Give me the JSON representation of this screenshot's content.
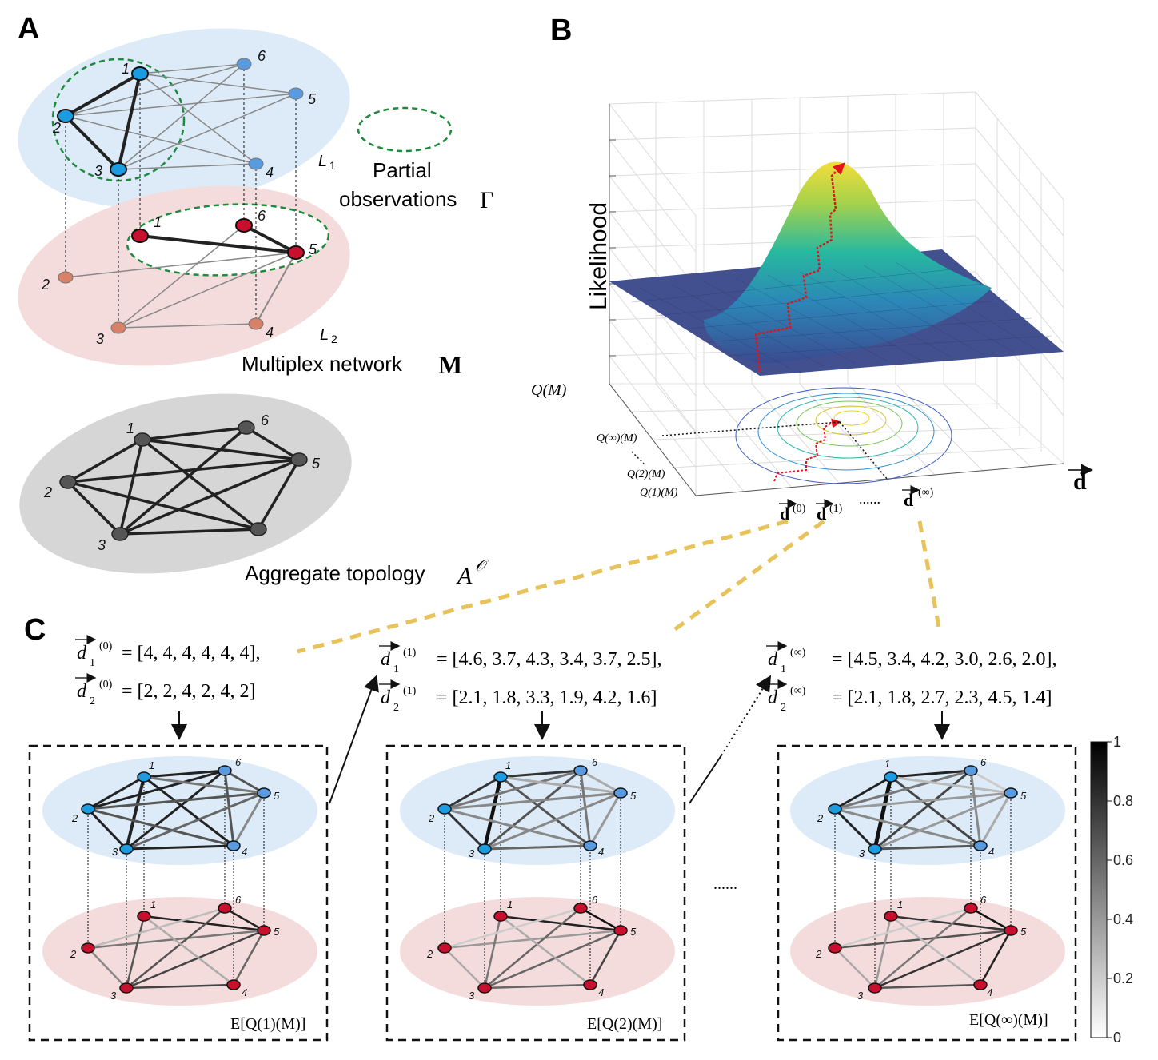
{
  "panel_a": {
    "letter": "A",
    "layer1_label": "L",
    "layer1_sub": "1",
    "layer2_label": "L",
    "layer2_sub": "2",
    "partial_line1": "Partial",
    "partial_line2": "observations",
    "partial_symbol": "Γ",
    "multiplex_caption": "Multiplex network",
    "multiplex_symbol": "M",
    "aggregate_caption": "Aggregate topology",
    "aggregate_symbol": "A",
    "aggregate_sup": "𝒪",
    "node_labels": [
      "1",
      "2",
      "3",
      "4",
      "5",
      "6"
    ]
  },
  "panel_b": {
    "letter": "B",
    "zlabel": "Likelihood",
    "q_label": "Q(M)",
    "q_inf": "Q(∞)(M)",
    "q_2": "Q(2)(M)",
    "q_1": "Q(1)(M)",
    "d_axis": "d",
    "d0": "d",
    "d0_sup": "(0)",
    "d1": "d",
    "d1_sup": "(1)",
    "dots": "......",
    "dinf": "d",
    "dinf_sup": "(∞)"
  },
  "panel_c": {
    "letter": "C",
    "iter0_line1": "= [4, 4, 4, 4, 4, 4],",
    "iter0_line2": "= [2, 2, 4, 2, 4, 2]",
    "iter0_sup": "(0)",
    "iter1_line1": "= [4.6, 3.7, 4.3, 3.4, 3.7, 2.5],",
    "iter1_line2": "= [2.1, 1.8, 3.3, 1.9, 4.2, 1.6]",
    "iter1_sup": "(1)",
    "iterinf_line1": "= [4.5, 3.4, 4.2, 3.0, 2.6, 2.0],",
    "iterinf_line2": "= [2.1, 1.8, 2.7, 2.3, 4.5, 1.4]",
    "iterinf_sup": "(∞)",
    "box1_label": "E[Q(1)(M)]",
    "box2_label": "E[Q(2)(M)]",
    "box3_label": "E[Q(∞)(M)]",
    "between_dots": "......",
    "colorbar_ticks": [
      "1",
      "0.8",
      "0.6",
      "0.4",
      "0.2",
      "0"
    ]
  },
  "colors": {
    "layer1_bg": "#dcebf7",
    "layer2_bg": "#f5dcdc",
    "aggregate_bg": "#d6d6d6",
    "blue_node": "#1b9be0",
    "red_node": "#c8102e",
    "salmon_node": "#d98068",
    "green_dash": "#1e8a3c",
    "gold_dash": "#e8c25a",
    "red_path": "#e0141b"
  }
}
